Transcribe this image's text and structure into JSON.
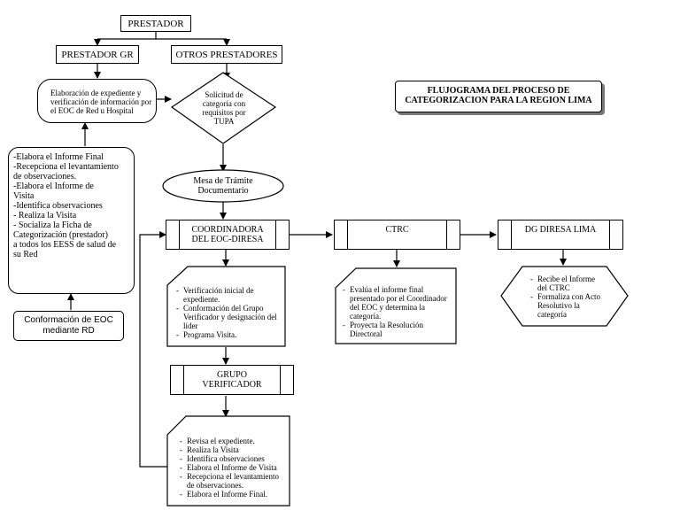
{
  "title": [
    "FLUJOGRAMA DEL PROCESO DE",
    "CATEGORIZACION PARA LA REGION LIMA"
  ],
  "prestador": "PRESTADOR",
  "prestador_gr": "PRESTADOR GR",
  "otros_prestadores": "OTROS PRESTADORES",
  "elaboracion": [
    "Elaboración de expediente y",
    "verificación de información por",
    "el EOC de Red u Hospital"
  ],
  "solicitud": [
    "Solicitud de",
    "categoría  con",
    "requisitos por",
    "TUPA"
  ],
  "mesa": [
    "Mesa de Trámite",
    "Documentario"
  ],
  "coordinadora": [
    "COORDINADORA",
    "DEL EOC-DIRESA"
  ],
  "ctrc": "CTRC",
  "dg_diresa": "DG DIRESA LIMA",
  "grupo": [
    "GRUPO",
    "VERIFICADOR"
  ],
  "conformacion": [
    "Conformación de EOC",
    "mediante  RD"
  ],
  "left_list": [
    "-Elabora el Informe Final",
    "-Recepciona el  levantamiento",
    "de observaciones.",
    "-Elabora el Informe de",
    "Visita",
    "-Identifica observaciones",
    "- Realiza la Visita",
    "- Socializa la Ficha de",
    "Categorización (prestador)",
    "a todos los EESS de salud de",
    "su Red"
  ],
  "coord_tasks": [
    "Verificación inicial de expediente.",
    "Conformación del Grupo Verificador y designación del líder",
    "Programa Visita."
  ],
  "ctrc_tasks": [
    "Evalúa el informe final presentado por el Coordinador del EOC y determina la categoría.",
    "Proyecta la Resolución Directoral"
  ],
  "dg_tasks": [
    "Recibe el Informe del CTRC",
    "Formaliza con Acto Resolutivo la categoría"
  ],
  "grupo_tasks": [
    "Revisa el expediente.",
    "Realiza la Visita",
    "Identifica observaciones",
    "Elabora el Informe de Visita",
    "Recepciona el levantamiento de observaciones.",
    "Elabora el Informe Final."
  ]
}
